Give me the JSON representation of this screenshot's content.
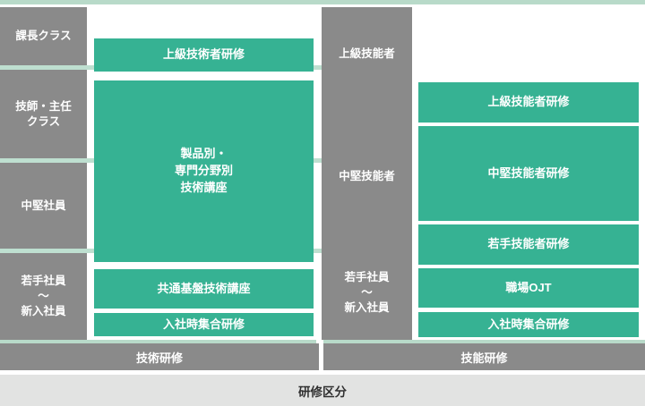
{
  "colors": {
    "accent_teal": "#36b293",
    "label_gray": "#8a8a8a",
    "pale_green_strip": "#b8dac9",
    "footer_gray": "#e2e3e2",
    "text_on_color": "#ffffff",
    "text_dark": "#2f2f2f"
  },
  "left_section": {
    "levels": [
      "課長クラス",
      "技師・主任\nクラス",
      "中堅社員",
      "若手社員\n〜\n新入社員"
    ],
    "courses": [
      "上級技術者研修",
      "製品別・\n専門分野別\n技術講座",
      "共通基盤技術講座",
      "入社時集合研修"
    ],
    "category_label": "技術研修"
  },
  "right_section": {
    "levels": [
      "上級技能者",
      "中堅技能者",
      "若手社員\n〜\n新入社員"
    ],
    "courses": [
      "上級技能者研修",
      "中堅技能者研修",
      "若手技能者研修",
      "職場OJT",
      "入社時集合研修"
    ],
    "category_label": "技能研修"
  },
  "footer": {
    "label": "研修区分"
  }
}
